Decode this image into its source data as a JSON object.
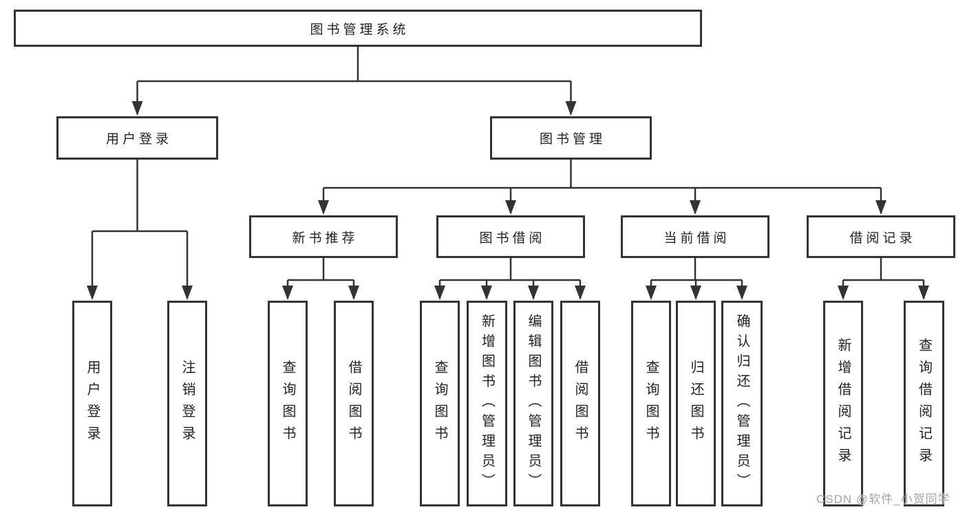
{
  "tree": {
    "label": "图书管理系统",
    "children": [
      {
        "label": "用户登录",
        "children": [
          {
            "label": "用户登录"
          },
          {
            "label": "注销登录"
          }
        ]
      },
      {
        "label": "图书管理",
        "children": [
          {
            "label": "新书推荐",
            "children": [
              {
                "label": "查询图书"
              },
              {
                "label": "借阅图书"
              }
            ]
          },
          {
            "label": "图书借阅",
            "children": [
              {
                "label": "查询图书"
              },
              {
                "label": "新增图书（管理员）"
              },
              {
                "label": "编辑图书（管理员）"
              },
              {
                "label": "借阅图书"
              }
            ]
          },
          {
            "label": "当前借阅",
            "children": [
              {
                "label": "查询图书"
              },
              {
                "label": "归还图书"
              },
              {
                "label": "确认归还（管理员）"
              }
            ]
          },
          {
            "label": "借阅记录",
            "children": [
              {
                "label": "新增借阅记录"
              },
              {
                "label": "查询借阅记录"
              }
            ]
          }
        ]
      }
    ]
  },
  "watermark": {
    "text": "CSDN @软件_小贺同学"
  },
  "colors": {
    "line": "#333333",
    "box_border": "#333333",
    "text": "#222222",
    "background": "#ffffff",
    "watermark": "#a3a3a3"
  }
}
